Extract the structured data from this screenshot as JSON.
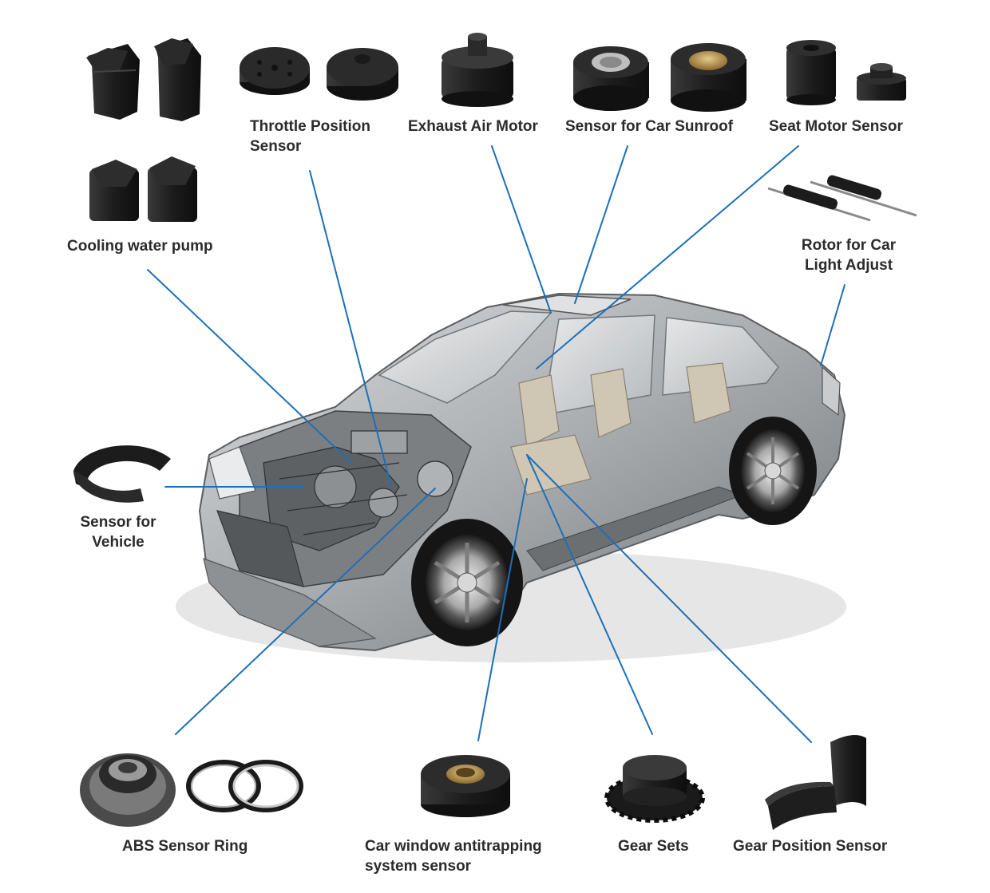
{
  "line_color": "#1d6fb8",
  "part_color": "#1e1e1e",
  "car_color": "#b4b7ba",
  "labels": {
    "throttle": [
      "Throttle Position",
      "Sensor"
    ],
    "exhaust": [
      "Exhaust Air Motor"
    ],
    "sunroof": [
      "Sensor for Car Sunroof"
    ],
    "seat": [
      "Seat Motor Sensor"
    ],
    "cooling": [
      "Cooling water pump"
    ],
    "rotor": [
      "Rotor for Car",
      "Light Adjust"
    ],
    "vehicle": [
      "Sensor for",
      "Vehicle"
    ],
    "abs": [
      "ABS Sensor Ring"
    ],
    "window": [
      "Car window antitrapping",
      "system sensor"
    ],
    "gearsets": [
      "Gear Sets"
    ],
    "gearpos": [
      "Gear Position Sensor"
    ]
  }
}
